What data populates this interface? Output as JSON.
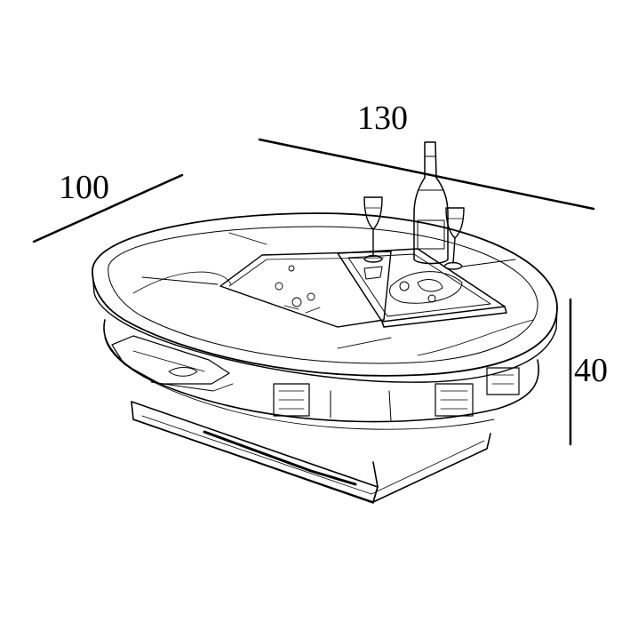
{
  "dimensions": {
    "width": "130",
    "depth": "100",
    "height": "40"
  },
  "colors": {
    "ink": "#000000",
    "paper": "#ffffff"
  }
}
